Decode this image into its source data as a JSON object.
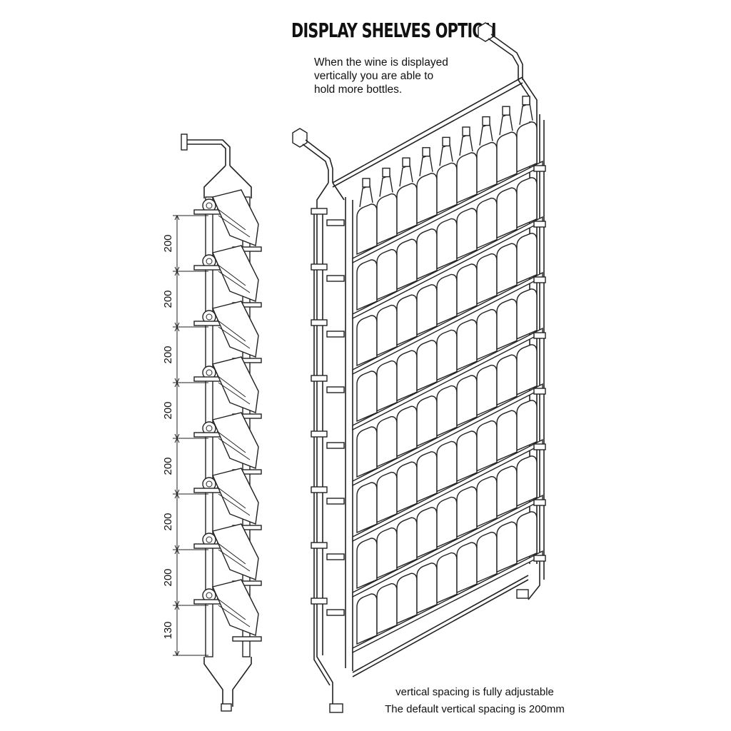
{
  "title": "DISPLAY SHELVES OPTION",
  "description_lines": [
    "When the wine is displayed",
    "vertically you are able to",
    "hold more bottles."
  ],
  "notes": [
    "vertical spacing is fully adjustable",
    "The default vertical spacing is 200mm"
  ],
  "dimensions": [
    "200",
    "200",
    "200",
    "200",
    "200",
    "200",
    "200",
    "130"
  ],
  "colors": {
    "line": "#222222",
    "background": "#ffffff"
  }
}
